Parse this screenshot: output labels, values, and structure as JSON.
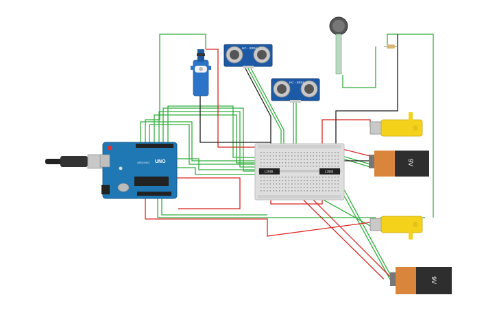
{
  "colors": {
    "wire_green": "#2fae3a",
    "wire_red": "#d8221f",
    "wire_black": "#1b1b1b",
    "arduino_blue": "#1f77b4",
    "sensor_blue": "#1c5aa6",
    "servo_blue": "#2b74c7",
    "motor_yellow": "#f4d21c",
    "battery_orange": "#d9853b",
    "battery_dark": "#2e2e2e",
    "breadboard": "#dedede"
  },
  "arduino": {
    "board_label": "UNO",
    "brand_label": "ARDUINO"
  },
  "sensors": [
    {
      "label": "HC - SR04"
    },
    {
      "label": "HC - SR04"
    }
  ],
  "drivers": [
    {
      "label": "L293D"
    },
    {
      "label": "L293D"
    }
  ],
  "batteries": [
    {
      "label": "9V"
    },
    {
      "label": "9V"
    }
  ],
  "icons": [
    "usb-cable-icon",
    "servo-motor-icon",
    "force-sensor-icon",
    "resistor-icon",
    "dc-motor-icon",
    "battery-icon"
  ]
}
